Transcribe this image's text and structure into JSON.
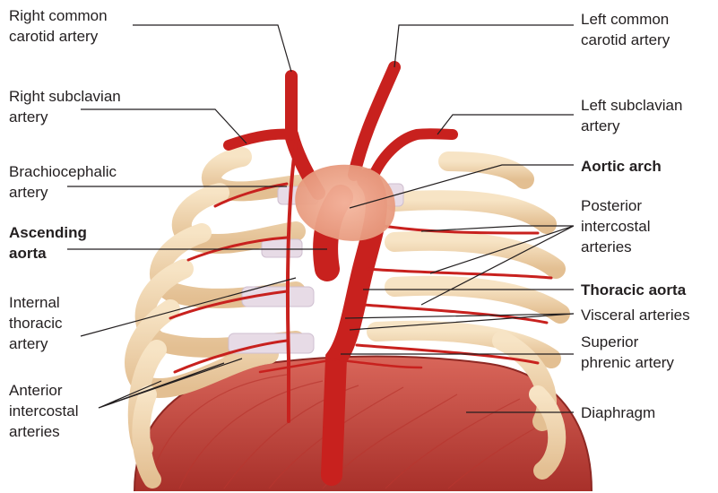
{
  "labels": {
    "right_common_carotid": "Right common\ncarotid artery",
    "right_subclavian": "Right subclavian\nartery",
    "brachiocephalic": "Brachiocephalic\nartery",
    "ascending_aorta": "Ascending\naorta",
    "internal_thoracic": "Internal\nthoracic\nartery",
    "anterior_intercostal": "Anterior\nintercostal\narteries",
    "left_common_carotid": "Left common\ncarotid artery",
    "left_subclavian": "Left subclavian\nartery",
    "aortic_arch": "Aortic arch",
    "posterior_intercostal": "Posterior\nintercostal\narteries",
    "thoracic_aorta": "Thoracic aorta",
    "visceral_arteries": "Visceral arteries",
    "superior_phrenic": "Superior\nphrenic artery",
    "diaphragm": "Diaphragm"
  },
  "colors": {
    "artery": "#c8211e",
    "rib": "#efd3ad",
    "cartilage": "#e7dbe6",
    "diaphragm": "#c9473e",
    "leader": "#231f20"
  }
}
